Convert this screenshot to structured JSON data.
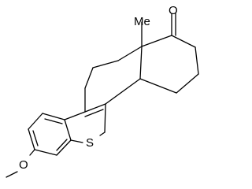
{
  "molecule": {
    "atoms": {
      "oxygen_ketone": "O",
      "methyl": "Me",
      "sulfur": "S",
      "oxygen_methoxy": "O"
    }
  },
  "colors": {
    "background": "#ffffff",
    "bond": "#000000",
    "label": "#000000"
  }
}
